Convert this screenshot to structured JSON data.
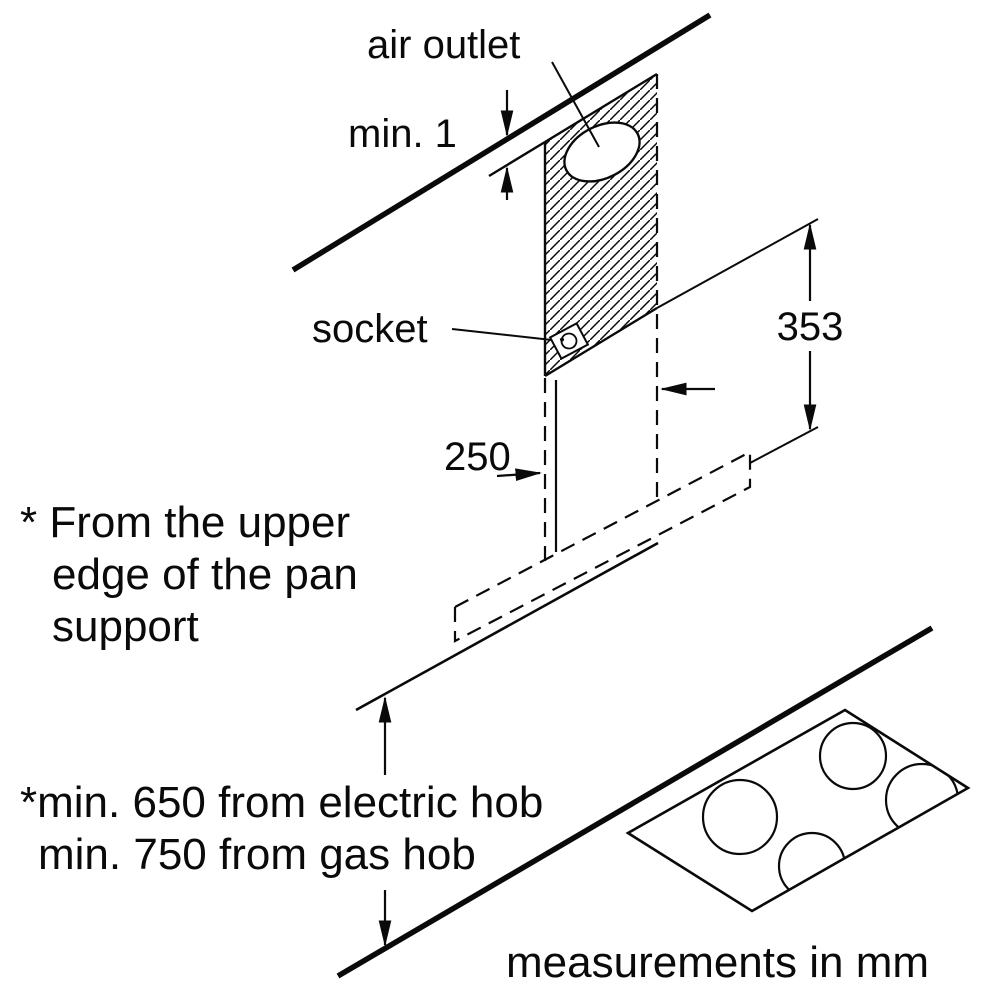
{
  "colors": {
    "ink": "#0a0a0a",
    "bg": "#ffffff"
  },
  "diagram": {
    "air_outlet_label": "air outlet",
    "min_gap_label": "min. 1",
    "socket_label": "socket",
    "bracket_height_dim": "353",
    "chimney_width_dim": "250",
    "pan_support_note": [
      "* From the upper",
      "edge of the pan",
      "support"
    ],
    "hob_clearance_note": [
      "*min. 650 from electric hob",
      "min. 750 from gas hob"
    ],
    "units_caption": "measurements in mm"
  }
}
